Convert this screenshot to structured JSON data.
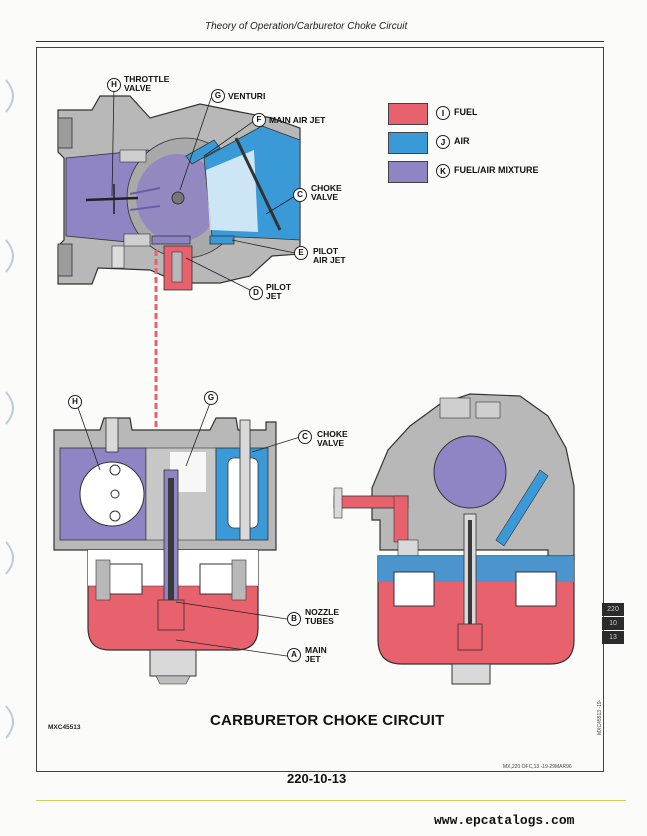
{
  "header": {
    "title": "Theory of Operation/Carburetor Choke Circuit"
  },
  "legend": {
    "items": [
      {
        "letter": "I",
        "label": "FUEL",
        "color": "#e8626e"
      },
      {
        "letter": "J",
        "label": "AIR",
        "color": "#3a9ad8"
      },
      {
        "letter": "K",
        "label": "FUEL/AIR MIXTURE",
        "color": "#8f84c4"
      }
    ]
  },
  "callouts": {
    "throttle_valve": {
      "letter": "H",
      "line1": "THROTTLE",
      "line2": "VALVE"
    },
    "venturi": {
      "letter": "G",
      "line1": "VENTURI"
    },
    "main_air_jet": {
      "letter": "F",
      "line1": "MAIN AIR JET"
    },
    "choke_valve": {
      "letter": "C",
      "line1": "CHOKE",
      "line2": "VALVE"
    },
    "pilot_air_jet": {
      "letter": "E",
      "line1": "PILOT",
      "line2": "AIR JET"
    },
    "pilot_jet": {
      "letter": "D",
      "line1": "PILOT",
      "line2": "JET"
    },
    "lower_throttle": {
      "letter": "H"
    },
    "lower_venturi": {
      "letter": "G"
    },
    "lower_choke_valve": {
      "letter": "C",
      "line1": "CHOKE",
      "line2": "VALVE"
    },
    "nozzle_tubes": {
      "letter": "B",
      "line1": "NOZZLE",
      "line2": "TUBES"
    },
    "main_jet": {
      "letter": "A",
      "line1": "MAIN",
      "line2": "JET"
    }
  },
  "caption": "CARBURETOR CHOKE CIRCUIT",
  "figure_id": "MXC45513",
  "page_number": "220-10-13",
  "footer_code": "MX,220 OFC,13 -19-29MAR96",
  "side_code": "MXC45513 -19-",
  "tabs": [
    "220",
    "10",
    "13"
  ],
  "website": "www.epcatalogs.com",
  "colors": {
    "fuel": "#e8626e",
    "air": "#3a9ad8",
    "mixture": "#8f84c4",
    "body": "#b8b8b8",
    "body_dark": "#8c8c8c"
  }
}
